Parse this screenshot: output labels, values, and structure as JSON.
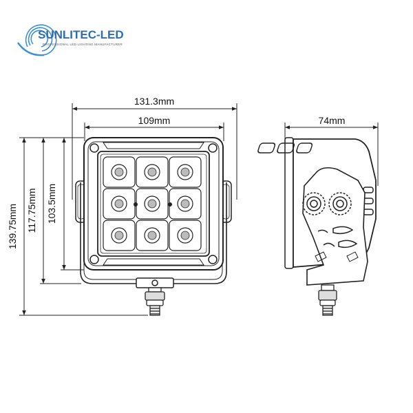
{
  "logo": {
    "brand": "SUNLITEC-LED",
    "tagline": "PROFESSIONAL LED LIGHTING MANUFACTURER",
    "colors": {
      "brand_blue": "#2f6db3",
      "swirl_blue": "#3b8fd6"
    }
  },
  "dimensions": {
    "overall_width": "131.3mm",
    "housing_width": "109mm",
    "depth": "74mm",
    "overall_height": "139.75mm",
    "mid_height": "117.75mm",
    "housing_height": "103.5mm"
  },
  "front_view": {
    "led_count": 9,
    "led_rows": 3,
    "led_cols": 3
  },
  "line_color": "#222222"
}
